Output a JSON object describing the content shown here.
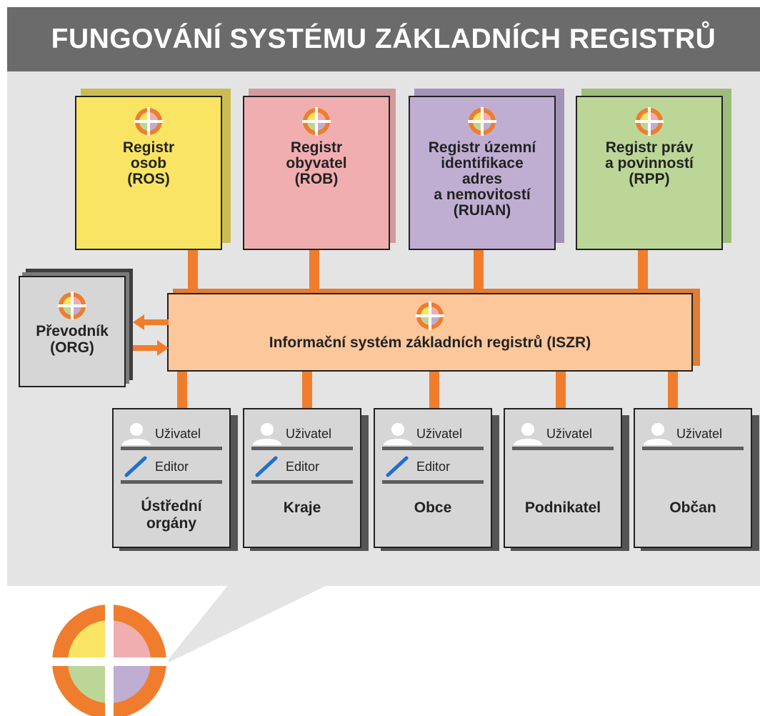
{
  "title": "FUNGOVÁNÍ SYSTÉMU ZÁKLADNÍCH REGISTRŮ",
  "colors": {
    "orange": "#f07d2d",
    "yellow": "#f9e463",
    "pink": "#f1aeb1",
    "purple": "#bfaed2",
    "green": "#bbd697",
    "peach": "#fcc79b",
    "gray_box": "#d6d6d6",
    "panel": "#e4e4e4",
    "title_bar": "#6b6b6b"
  },
  "registers": [
    {
      "lines": [
        "Registr",
        "osob",
        "(ROS)"
      ]
    },
    {
      "lines": [
        "Registr",
        "obyvatel",
        "(ROB)"
      ]
    },
    {
      "lines": [
        "Registr územní",
        "identifikace",
        "adres",
        "a nemovitostí",
        "(RUIAN)"
      ]
    },
    {
      "lines": [
        "Registr práv",
        "a povinností",
        "(RPP)"
      ]
    }
  ],
  "iszr": {
    "label": "Informační systém základních registrů (ISZR)"
  },
  "converter": {
    "lines": [
      "Převodník",
      "(ORG)"
    ]
  },
  "role_labels": {
    "user": "Uživatel",
    "editor": "Editor"
  },
  "clients": [
    {
      "lines": [
        "Ústřední",
        "orgány"
      ]
    },
    {
      "lines": [
        "Kraje"
      ]
    },
    {
      "lines": [
        "Obce"
      ]
    },
    {
      "lines": [
        "Podnikatel"
      ]
    },
    {
      "lines": [
        "Občan"
      ]
    }
  ],
  "icons": {
    "register_logo": "quartered-circle-logo-icon",
    "user": "person-silhouette-icon",
    "editor": "pen-icon",
    "arrow_left": "arrow-left-icon",
    "arrow_right": "arrow-right-icon"
  }
}
